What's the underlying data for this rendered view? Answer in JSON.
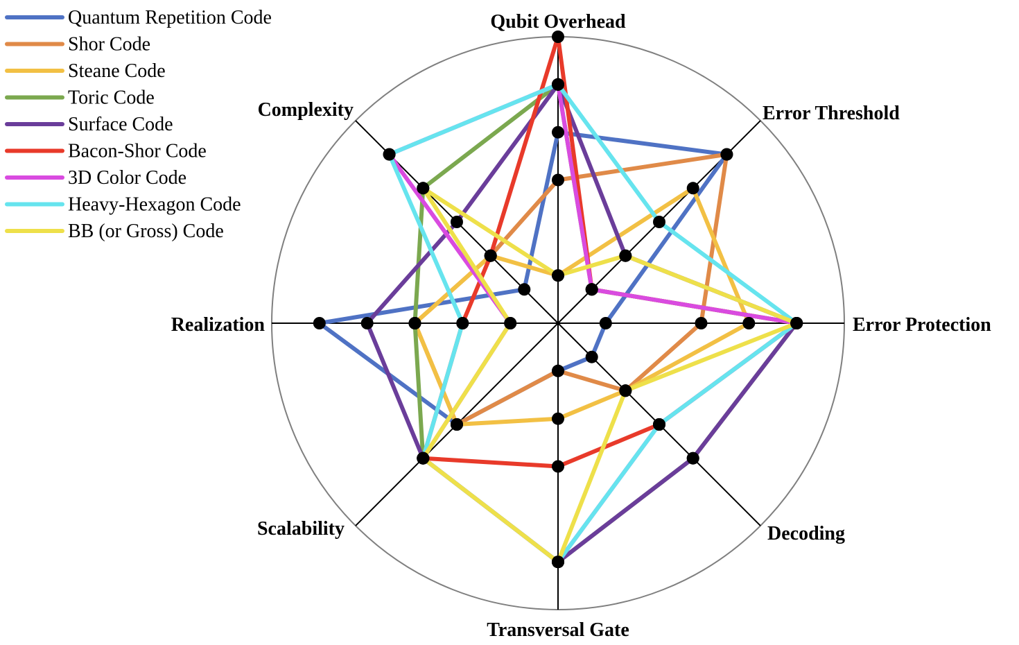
{
  "chart_data": {
    "type": "radar",
    "axes": [
      "Qubit Overhead",
      "Error Threshold",
      "Error Protection",
      "Decoding",
      "Transversal Gate",
      "Scalability",
      "Realization",
      "Complexity"
    ],
    "rlim": [
      0,
      6
    ],
    "levels": [
      1,
      2,
      3,
      4,
      5
    ],
    "legend_position": "top-left",
    "series": [
      {
        "name": "Quantum Repetition Code",
        "color": "#4F72C4",
        "values": [
          4,
          5,
          1,
          1,
          1,
          3,
          5,
          1
        ]
      },
      {
        "name": "Shor Code",
        "color": "#E08A48",
        "values": [
          3,
          5,
          3,
          2,
          1,
          3,
          3,
          2
        ]
      },
      {
        "name": "Steane Code",
        "color": "#F2C044",
        "values": [
          1,
          4,
          4,
          2,
          2,
          3,
          3,
          2
        ]
      },
      {
        "name": "Toric Code",
        "color": "#7BA84F",
        "values": [
          5,
          1,
          5,
          4,
          5,
          4,
          3,
          4
        ]
      },
      {
        "name": "Surface Code",
        "color": "#6A3D9A",
        "values": [
          5,
          2,
          5,
          4,
          5,
          4,
          4,
          3
        ]
      },
      {
        "name": "Bacon-Shor Code",
        "color": "#E83A2A",
        "values": [
          6,
          1,
          5,
          3,
          3,
          4,
          2,
          2
        ]
      },
      {
        "name": "3D Color Code",
        "color": "#D94BE0",
        "values": [
          5,
          1,
          5,
          3,
          5,
          4,
          1,
          5
        ]
      },
      {
        "name": "Heavy-Hexagon Code",
        "color": "#66E4EE",
        "values": [
          5,
          3,
          5,
          3,
          5,
          4,
          2,
          5
        ]
      },
      {
        "name": "BB (or Gross) Code",
        "color": "#EEE04A",
        "values": [
          1,
          2,
          5,
          2,
          5,
          4,
          1,
          4
        ]
      }
    ]
  }
}
